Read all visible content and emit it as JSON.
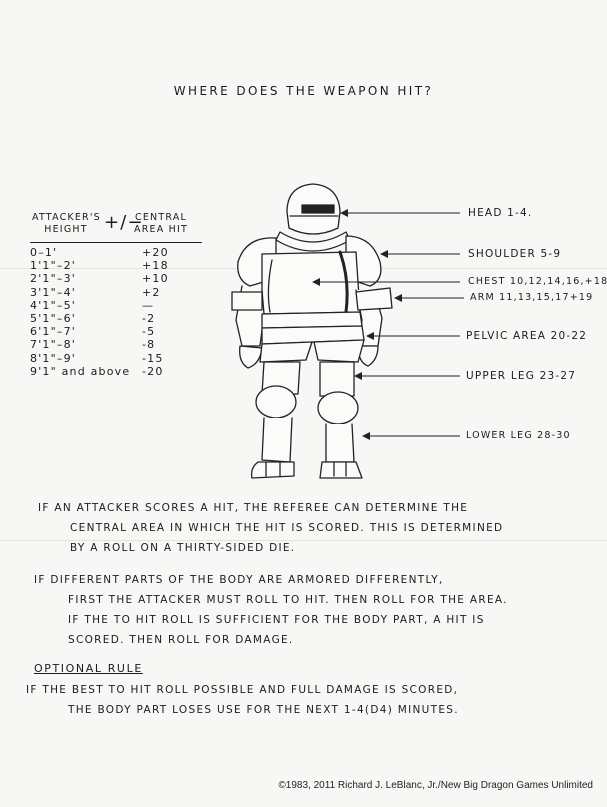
{
  "title": "WHERE DOES THE WEAPON HIT?",
  "table": {
    "header_left": "ATTACKER'S HEIGHT",
    "header_sep": "+/−",
    "header_right": "CENTRAL AREA HIT",
    "rows": [
      {
        "height": "0–1'",
        "mod": "+20"
      },
      {
        "height": "1'1\"–2'",
        "mod": "+18"
      },
      {
        "height": "2'1\"–3'",
        "mod": "+10"
      },
      {
        "height": "3'1\"–4'",
        "mod": "+2"
      },
      {
        "height": "4'1\"–5'",
        "mod": "—"
      },
      {
        "height": "5'1\"–6'",
        "mod": "-2"
      },
      {
        "height": "6'1\"–7'",
        "mod": "-5"
      },
      {
        "height": "7'1\"–8'",
        "mod": "-8"
      },
      {
        "height": "8'1\"–9'",
        "mod": "-15"
      },
      {
        "height": "9'1\" and above",
        "mod": "-20"
      }
    ]
  },
  "body_areas": {
    "head": "HEAD 1-4.",
    "shoulder": "SHOULDER 5-9",
    "chest": "CHEST 10,12,14,16,+18",
    "arm": "ARM 11,13,15,17+19",
    "pelvic": "PELVIC AREA 20-22",
    "upper_leg": "UPPER LEG 23-27",
    "lower_leg": "LOWER LEG 28-30"
  },
  "para1": [
    "IF AN ATTACKER SCORES A HIT, THE REFEREE CAN DETERMINE THE",
    "CENTRAL AREA IN WHICH THE HIT IS SCORED. THIS IS DETERMINED",
    "BY A ROLL ON A THIRTY-SIDED DIE."
  ],
  "para2": [
    "IF DIFFERENT PARTS OF THE BODY ARE ARMORED DIFFERENTLY,",
    "FIRST THE ATTACKER MUST ROLL TO HIT. THEN ROLL FOR THE AREA.",
    "IF THE TO HIT ROLL IS SUFFICIENT FOR THE BODY PART, A HIT IS",
    "SCORED. THEN ROLL FOR DAMAGE."
  ],
  "optional_rule": {
    "title": "OPTIONAL RULE",
    "lines": [
      "IF THE BEST TO HIT ROLL POSSIBLE AND FULL DAMAGE IS SCORED,",
      "THE BODY PART LOSES USE FOR THE NEXT 1-4(d4) MINUTES."
    ]
  },
  "credit": "©1983, 2011 Richard J. LeBlanc, Jr./New Big Dragon Games Unlimited",
  "colors": {
    "paper": "#f7f7f5",
    "ink": "#1c1c1c"
  }
}
